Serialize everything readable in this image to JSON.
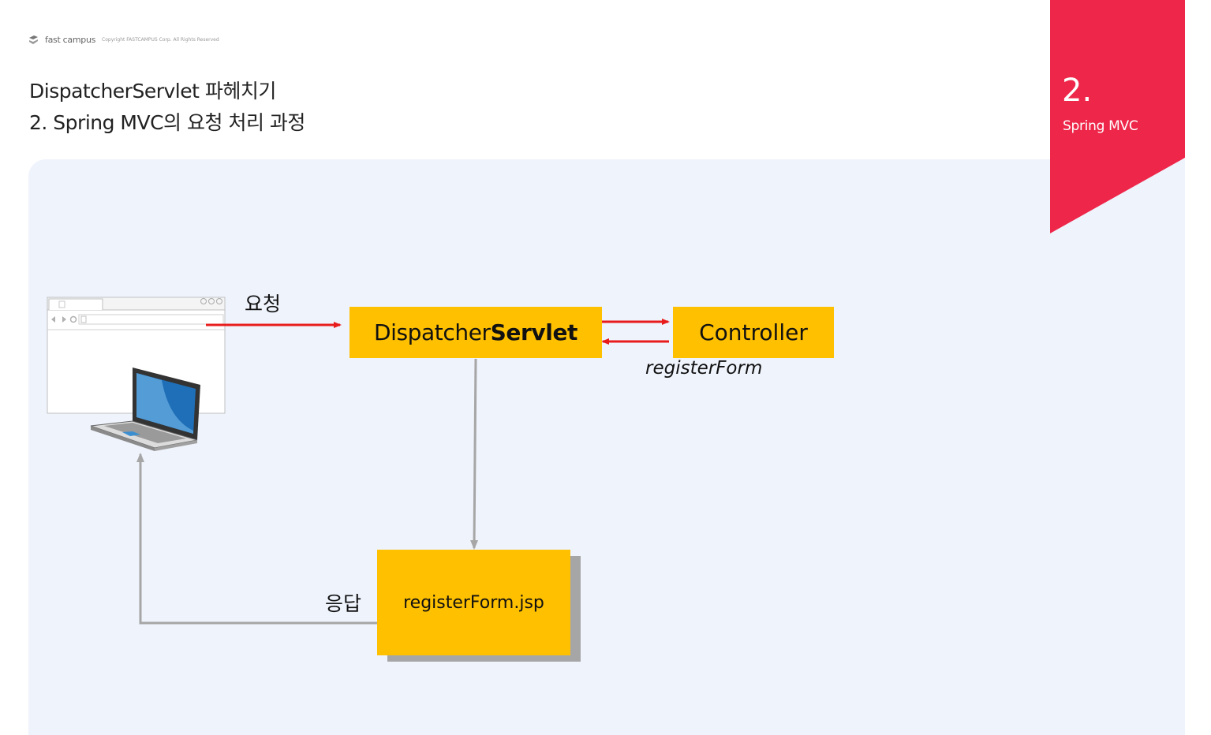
{
  "brand": {
    "name": "fast campus",
    "copyright": "Copyright FASTCAMPUS Corp. All Rights Reserved"
  },
  "header": {
    "title_line1": "DispatcherServlet 파헤치기",
    "title_line2": "2. Spring MVC의 요청 처리 과정"
  },
  "section": {
    "number": "2.",
    "name": "Spring MVC"
  },
  "diagram": {
    "dispatcher_prefix": "Dispatcher",
    "dispatcher_bold": "Servlet",
    "controller": "Controller",
    "view": "registerForm.jsp",
    "request_label": "요청",
    "response_label": "응답",
    "return_label": "registerForm"
  },
  "colors": {
    "accent_red": "#ee2649",
    "box_yellow": "#ffc000",
    "panel_bg": "#eff3fc",
    "arrow_red": "#e81c1c",
    "arrow_gray": "#a6a6a6"
  },
  "icons": [
    "browser-window-icon",
    "laptop-icon",
    "fastcampus-logo-icon"
  ]
}
